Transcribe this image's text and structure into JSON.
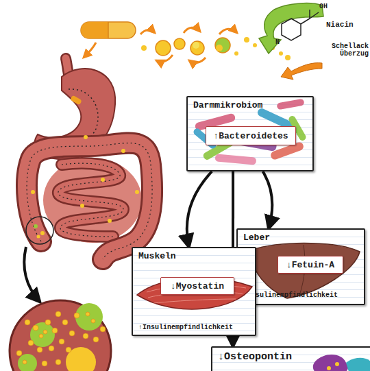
{
  "diagram": {
    "nodes": [
      {
        "text": [
          "Darmmikrobiom"
        ]
      },
      {
        "text": [
          "↑Bacteroidetes"
        ],
        "in": 0
      },
      {
        "text": [
          "Leber",
          "↑Insulinempfindlichkeit"
        ]
      },
      {
        "text": [
          "↓Fetuin-A"
        ],
        "in": 2
      },
      {
        "text": [
          "Muskeln",
          "↑Insulinempfindlichkeit"
        ]
      },
      {
        "text": [
          "↓Myostatin"
        ],
        "in": 4
      },
      {
        "text": [
          "↓Osteopontin"
        ]
      }
    ],
    "edges": [
      {
        "from": 0,
        "to": 4,
        "arrow": "to"
      },
      {
        "from": 0,
        "to": 6,
        "arrow": "to"
      },
      {
        "from": 0,
        "to": 2,
        "arrow": "to"
      }
    ],
    "labels": [
      "Niacin",
      "Schellack Überzug",
      "OH",
      "N"
    ]
  }
}
